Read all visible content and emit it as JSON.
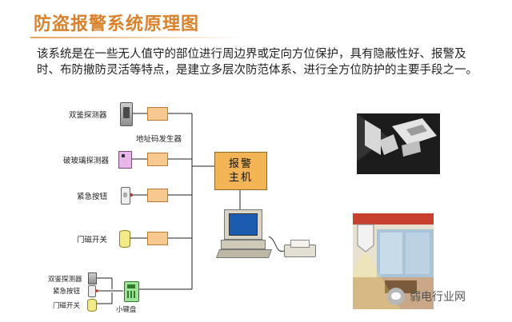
{
  "header": {
    "title": "防盗报警系统原理图",
    "description": "该系统是在一些无人值守的部位进行周边界或定向方位保护，具有隐蔽性好、报警及时、布防撤防灵活等特点，是建立多层次防范体系、进行全方位防护的主要手段之一。"
  },
  "diagram": {
    "address_generator_label": "地址码发生器",
    "host_line1": "报警",
    "host_line2": "主机",
    "devices": [
      {
        "label": "双鉴探测器",
        "icon": "dual-detector-icon"
      },
      {
        "label": "破玻璃探测器",
        "icon": "glass-break-detector-icon"
      },
      {
        "label": "紧急按钮",
        "icon": "emergency-button-icon"
      },
      {
        "label": "门磁开关",
        "icon": "door-magnet-icon"
      }
    ],
    "keypad_devices": [
      {
        "label": "双鉴探测器",
        "icon": "dual-detector-icon"
      },
      {
        "label": "紧急按钮",
        "icon": "emergency-button-icon"
      },
      {
        "label": "门磁开关",
        "icon": "door-magnet-icon"
      }
    ],
    "keypad_label": "小键盘",
    "computer_icon": "computer-icon",
    "printer_icon": "printer-icon"
  },
  "photos": {
    "equipment_photo": "alarm-equipment-photo",
    "room_photo": "room-detector-photo"
  },
  "watermark": {
    "text": "弱电行业网",
    "icon": "wechat-icon"
  },
  "colors": {
    "title": "#d9822b",
    "box_fill": "#f7c88f",
    "host_fill": "#f2b455",
    "line": "#222222"
  }
}
